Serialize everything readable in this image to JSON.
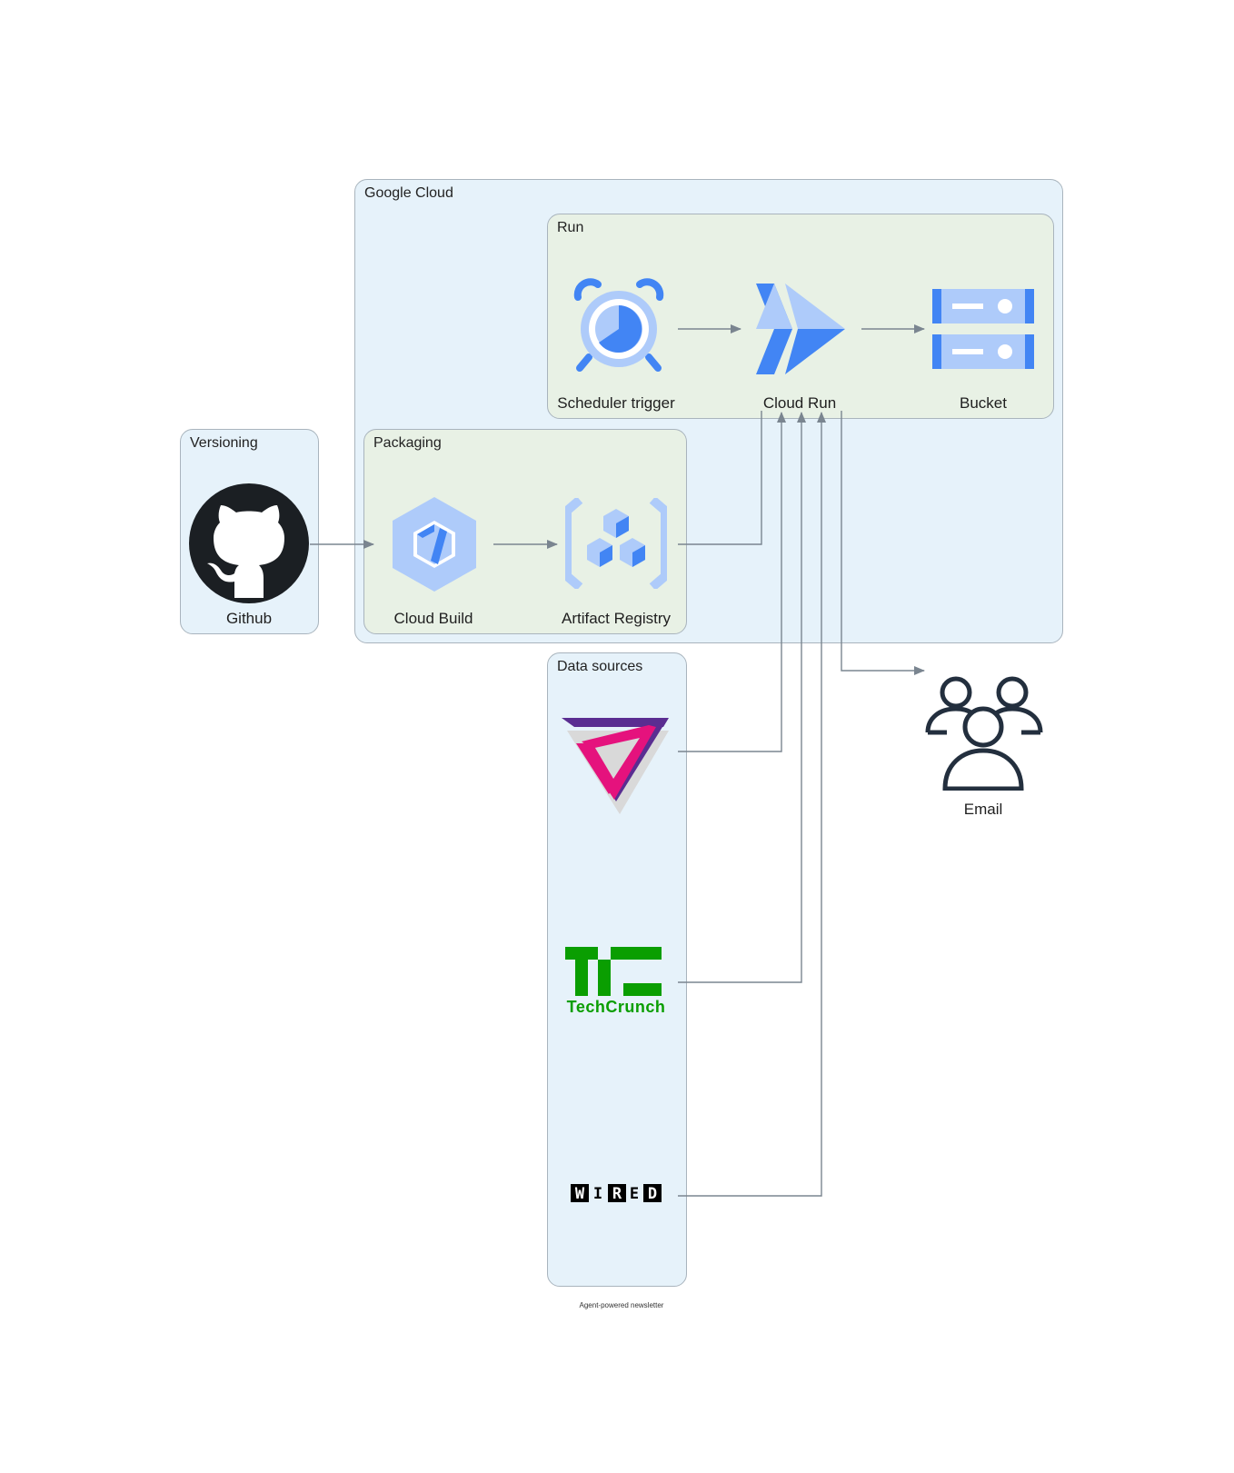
{
  "clusters": {
    "google_cloud": "Google Cloud",
    "run": "Run",
    "versioning": "Versioning",
    "packaging": "Packaging",
    "data_sources": "Data sources"
  },
  "nodes": {
    "scheduler": "Scheduler trigger",
    "cloud_run": "Cloud Run",
    "bucket": "Bucket",
    "github": "Github",
    "cloud_build": "Cloud Build",
    "artifact_registry": "Artifact Registry",
    "email": "Email",
    "techcrunch_logo_text": "TechCrunch",
    "wired_logo_text": "WIRED"
  },
  "edges": [
    {
      "from": "Scheduler trigger",
      "to": "Cloud Run"
    },
    {
      "from": "Cloud Run",
      "to": "Bucket"
    },
    {
      "from": "Github",
      "to": "Cloud Build"
    },
    {
      "from": "Cloud Build",
      "to": "Artifact Registry"
    },
    {
      "from": "Artifact Registry",
      "to": "Cloud Run"
    },
    {
      "from": "The Verge",
      "to": "Cloud Run"
    },
    {
      "from": "TechCrunch",
      "to": "Cloud Run"
    },
    {
      "from": "WIRED",
      "to": "Cloud Run"
    },
    {
      "from": "Cloud Run",
      "to": "Email"
    }
  ],
  "caption": "Agent-powered newsletter",
  "colors": {
    "cluster_blue": "#e6f2fa",
    "cluster_green": "#e8f1e5",
    "gcp_blue": "#4285f4",
    "gcp_light": "#aecbfa",
    "edge": "#7a8590"
  }
}
